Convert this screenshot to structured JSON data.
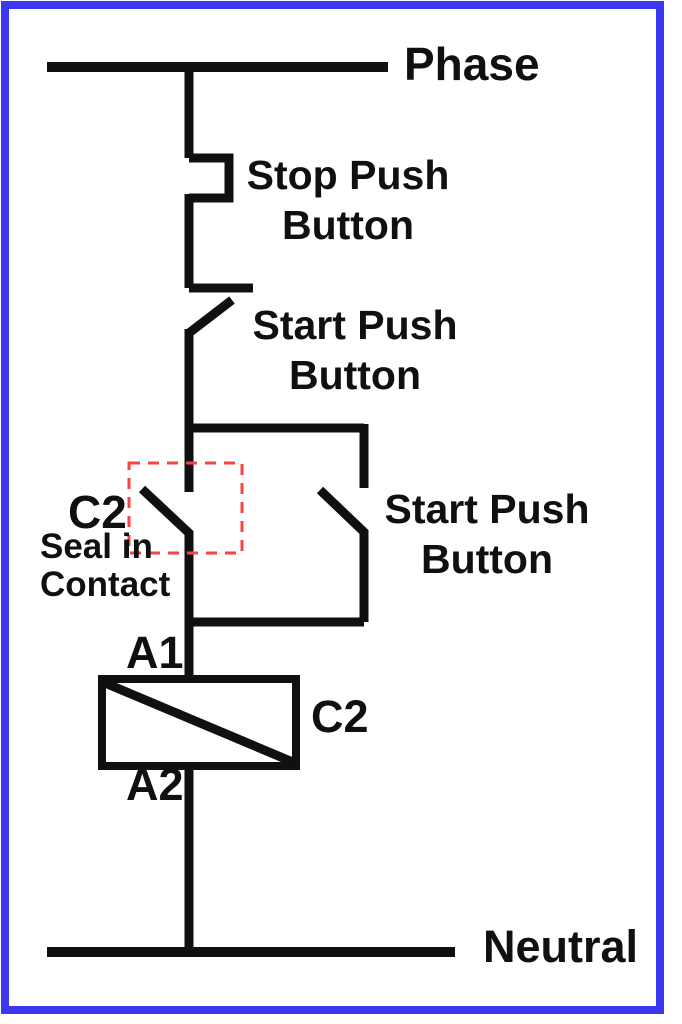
{
  "diagram": {
    "kind": "motor-control-ladder-circuit",
    "rails": {
      "top_label": "Phase",
      "bottom_label": "Neutral"
    },
    "components": {
      "stop_button": {
        "label": "Stop Push\nButton"
      },
      "start_button": {
        "label": "Start Push\nButton"
      },
      "branch_start_button": {
        "label": "Start Push\nButton"
      },
      "seal_in_contact": {
        "ref": "C2",
        "caption": "Seal in\nContact"
      },
      "coil": {
        "ref": "C2",
        "terminal_top": "A1",
        "terminal_bottom": "A2"
      }
    },
    "colors": {
      "wire": "#101010",
      "frame_border": "#3b38f2",
      "highlight_box": "#f64343",
      "background": "#ffffff"
    }
  }
}
